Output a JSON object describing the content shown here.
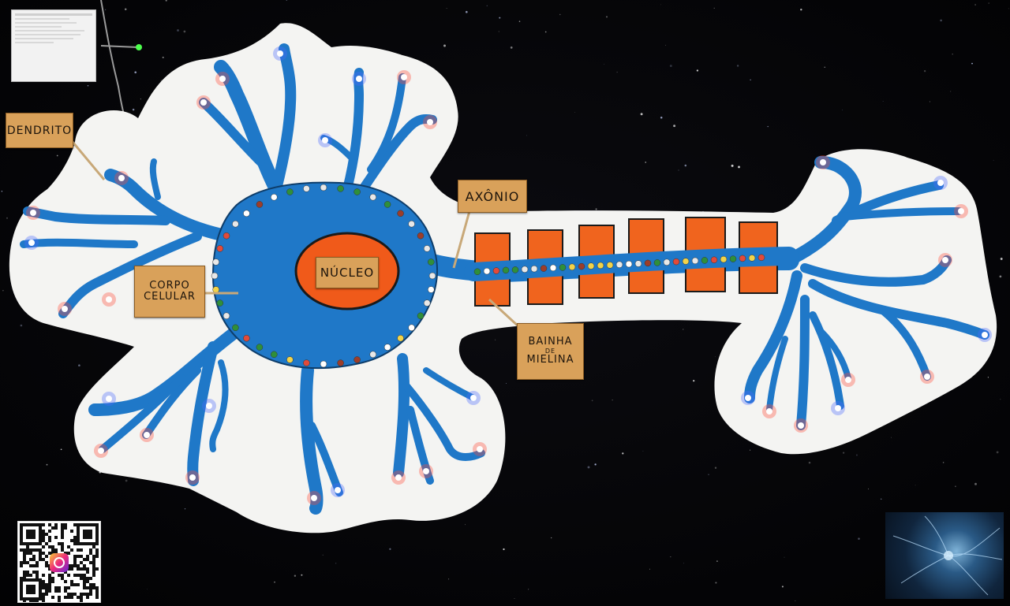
{
  "labels": {
    "dendrito": "DENDRITO",
    "axonio": "AXÔNIO",
    "nucleo": "NÚCLEO",
    "corpo_line1": "CORPO",
    "corpo_line2": "CELULAR",
    "bainha_line1": "BAINHA",
    "bainha_line2": "DE",
    "bainha_line3": "MIELINA"
  },
  "colors": {
    "background": "#050507",
    "foam": "#f4f4f2",
    "neuron_blue": "#1f78c8",
    "nucleus_orange": "#f05a1a",
    "myelin_orange": "#f0641e",
    "label_tan": "#d9a15a"
  },
  "icons": {
    "qr": "qr-code-icon",
    "instagram": "instagram-icon"
  }
}
